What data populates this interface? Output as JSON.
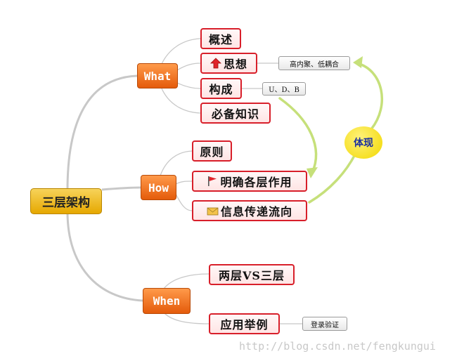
{
  "root": {
    "label": "三层架构"
  },
  "branches": {
    "what": {
      "label": "What"
    },
    "how": {
      "label": "How"
    },
    "when": {
      "label": "When"
    }
  },
  "topics": {
    "overview": {
      "label": "概述"
    },
    "thought": {
      "label": "思想",
      "icon": "red-up-arrow-icon"
    },
    "composition": {
      "label": "构成"
    },
    "essential": {
      "label": "必备知识"
    },
    "principle": {
      "label": "原则"
    },
    "roles": {
      "label": "明确各层作用",
      "icon": "red-flag-icon"
    },
    "flow": {
      "label": "信息传递流向",
      "icon": "envelope-icon"
    },
    "twovsthree": {
      "label": "两层VS三层"
    },
    "example": {
      "label": "应用举例"
    }
  },
  "notes": {
    "cohesion": {
      "label": "高内聚、低耦合"
    },
    "udb": {
      "label": "U、D、B"
    },
    "login": {
      "label": "登录验证"
    }
  },
  "relation": {
    "label": "体现"
  },
  "watermark": {
    "text": "http://blog.csdn.net/fengkungui"
  },
  "colors": {
    "root": "#e6a800",
    "branch": "#e45b0b",
    "topic_border": "#d81f2a",
    "relation_arrow": "#c6e07a",
    "relation_bubble": "#f2d800"
  }
}
